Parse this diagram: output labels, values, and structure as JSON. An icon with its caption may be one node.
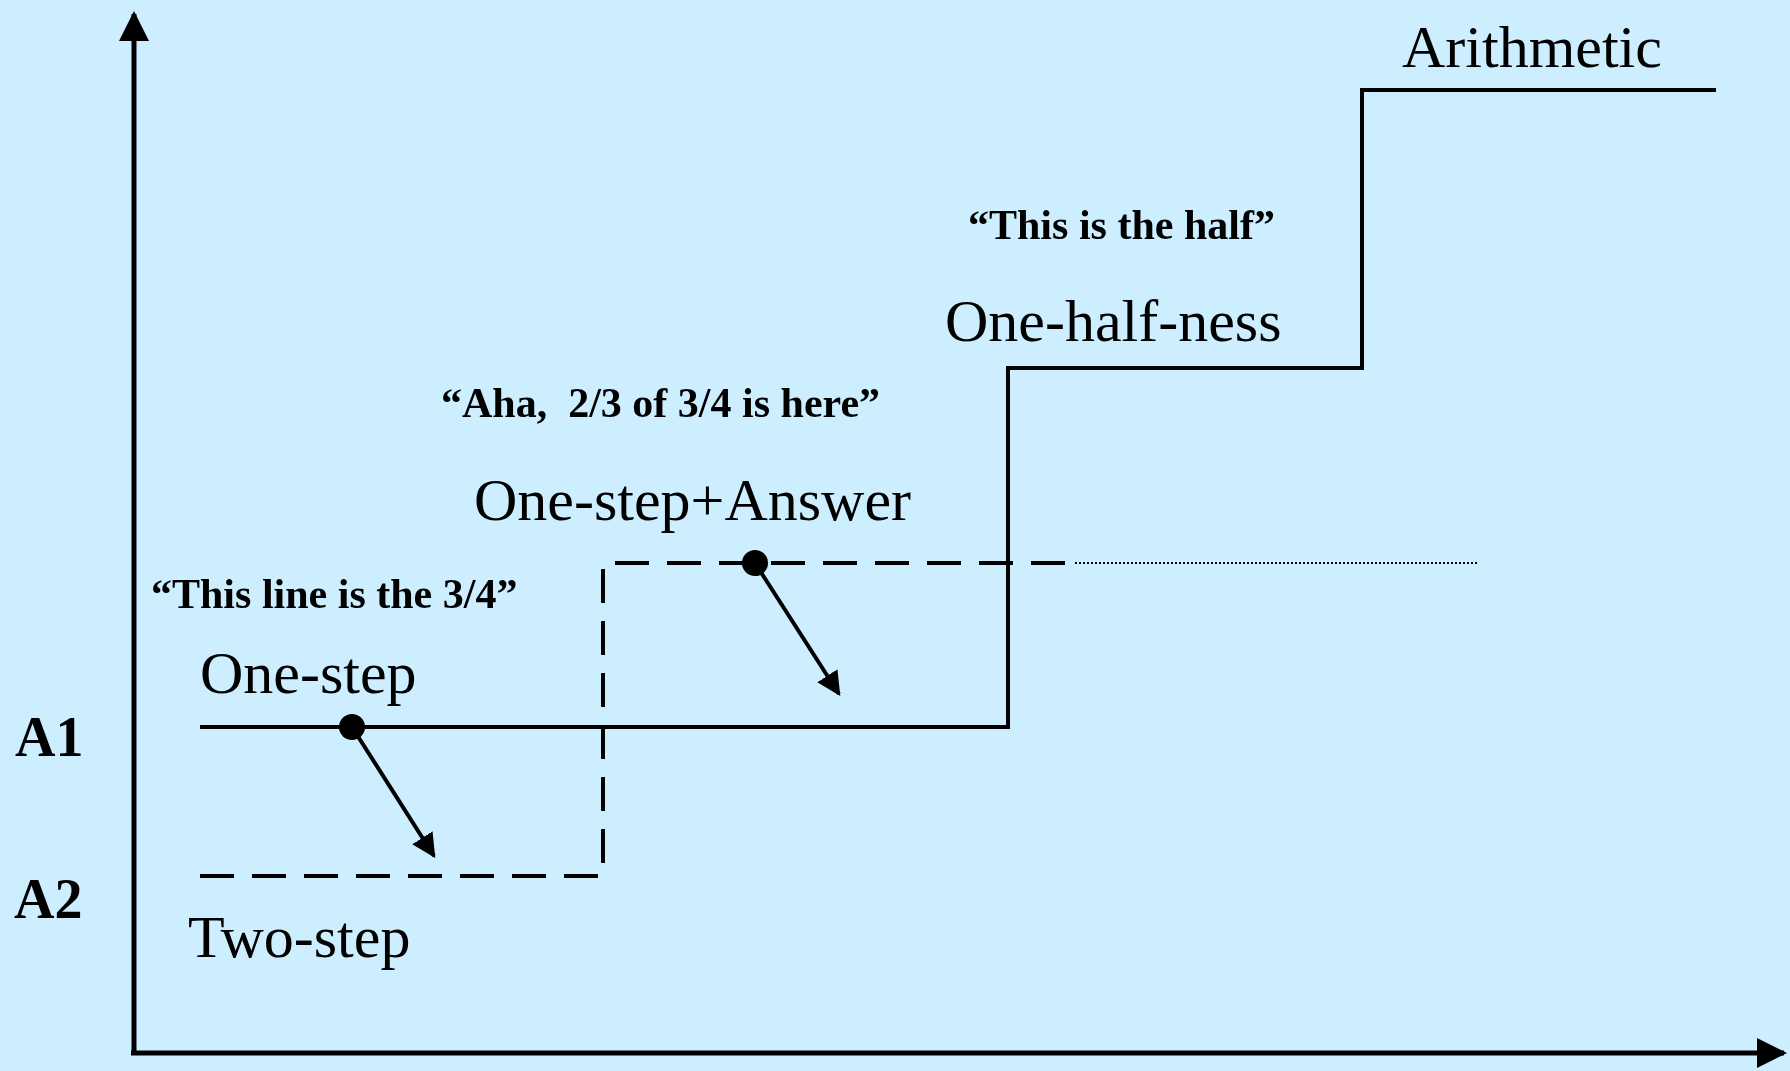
{
  "diagram": {
    "labels": [
      "Arithmetic",
      "“This is the half”",
      "One-half-ness",
      "“Aha,  2/3 of 3/4 is here”",
      "One-step+Answer",
      "“This line is the 3/4”",
      "One-step",
      "A1",
      "A2",
      "Two-step"
    ]
  }
}
